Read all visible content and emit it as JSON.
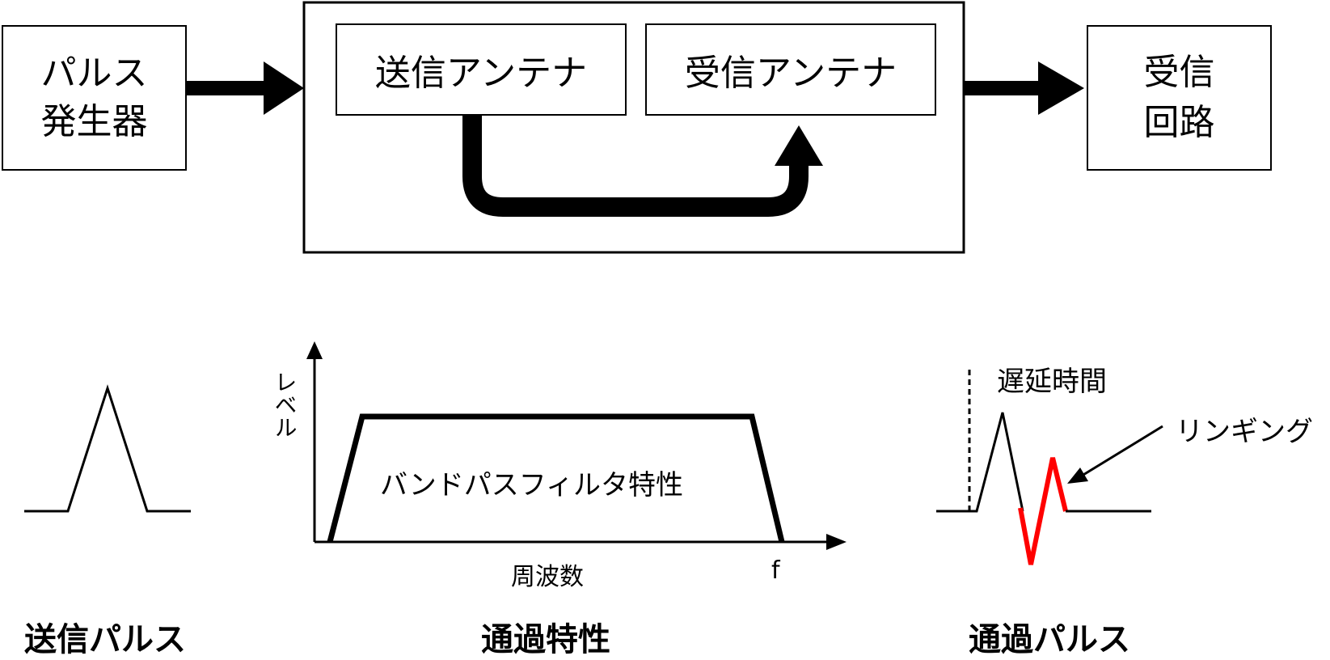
{
  "system": {
    "pulse_generator_line1": "パルス",
    "pulse_generator_line2": "発生器",
    "tx_antenna": "送信アンテナ",
    "rx_antenna": "受信アンテナ",
    "rx_circuit_line1": "受信",
    "rx_circuit_line2": "回路"
  },
  "sections": {
    "transmit_pulse_caption": "送信パルス",
    "pass_characteristic_caption": "通過特性",
    "pass_pulse_caption": "通過パルス"
  },
  "filter_plot": {
    "y_axis_label": "レベル",
    "x_axis_label": "周波数",
    "x_axis_unit": "f",
    "region_label": "バンドパスフィルタ特性"
  },
  "pass_pulse_plot": {
    "delay_label": "遅延時間",
    "ringing_label": "リンギング",
    "ringing_color": "#ff0000"
  }
}
